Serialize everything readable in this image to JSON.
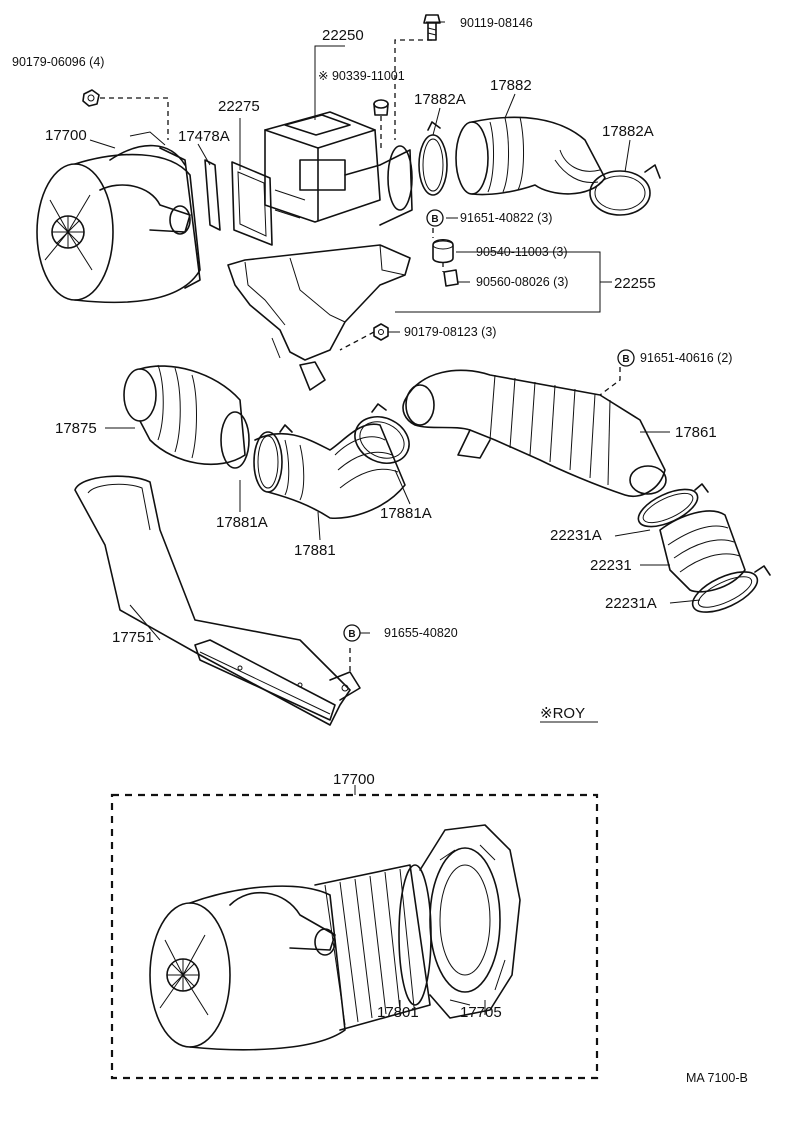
{
  "labels": {
    "p17700_top": "17700",
    "p90179_06096": "90179-06096 (4)",
    "p22250": "22250",
    "p90339_11001": "※ 90339-11001",
    "p90119_08146": "90119-08146",
    "p22275": "22275",
    "p17478A": "17478A",
    "p17882A_left": "17882A",
    "p17882": "17882",
    "p17882A_right": "17882A",
    "p91651_40822": "91651-40822 (3)",
    "p90540_11003": "90540-11003 (3)",
    "p90560_08026": "90560-08026 (3)",
    "p22255": "22255",
    "p90179_08123": "90179-08123 (3)",
    "p91651_40616": "91651-40616 (2)",
    "p17875": "17875",
    "p17861": "17861",
    "p17881A_left": "17881A",
    "p17881A_right": "17881A",
    "p17881": "17881",
    "p22231A_top": "22231A",
    "p22231": "22231",
    "p22231A_bottom": "22231A",
    "p17751": "17751",
    "p91655_40820": "91655-40820",
    "roy_note": "※ROY",
    "p17700_bottom": "17700",
    "p17801": "17801",
    "p17705": "17705",
    "ref_code": "MA  7100-B"
  },
  "bolt_marker": "B"
}
